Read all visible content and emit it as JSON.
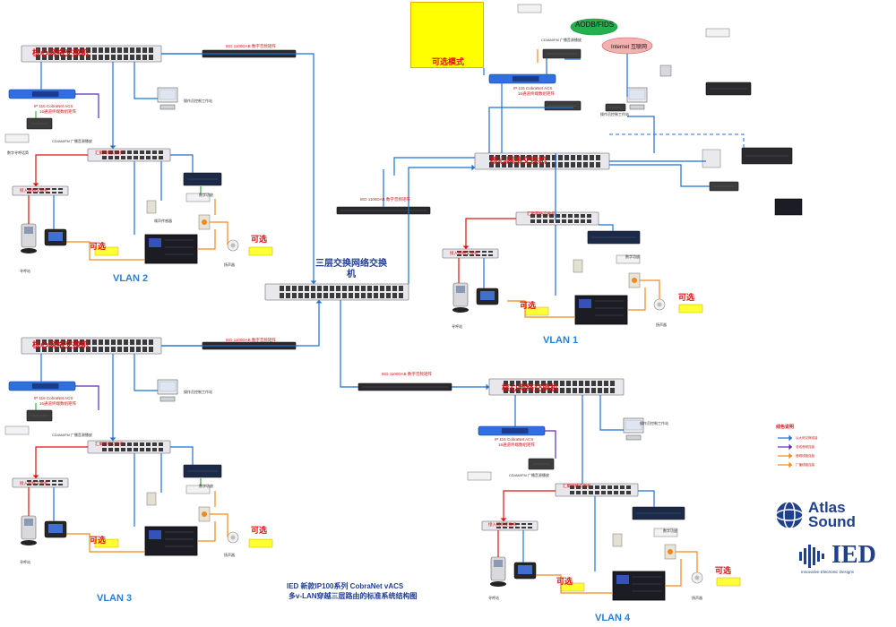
{
  "diagram": {
    "title_line1": "IED 新款IP100系列 CobraNet vACS",
    "title_line2": "多v-LAN穿越三层路由的标准系统结构图",
    "l3_switch_label": "三层交换网络交换机",
    "core_switch_label": "核心网络交换机",
    "agg_switch_label": "汇聚网络交换机",
    "access_switch_label": "接入网络交换机",
    "acs_label_line1": "IP 116 CobraNet ACS",
    "acs_label_line2": "16通道终端数组矩阵",
    "media_server_label": "IED 1100DAB 数字音频矩阵",
    "optional_mode": "可选模式",
    "optional": "可选",
    "aodb": "AODB/FIDS",
    "internet": "Internet 互联网",
    "vlans": [
      "VLAN 1",
      "VLAN 2",
      "VLAN 3",
      "VLAN 4"
    ],
    "legend": {
      "title": "线色说明",
      "items": [
        "以太网交换连接",
        "总线音频连接",
        "音频线路连接",
        "广播线路连接"
      ]
    },
    "tiny": {
      "cd": "CD/AM/FM 广播音源播放",
      "pc": "操作员控制工作站",
      "mic": "数字寻呼话筒",
      "amp": "数字功放",
      "spk": "扬声器",
      "nc": "噪声传感器",
      "paging": "寻呼站"
    }
  },
  "logos": {
    "atlas_line1": "Atlas",
    "atlas_line2": "Sound",
    "ied": "IED",
    "ied_sub": "Innovative Electronic Designs"
  },
  "colors": {
    "ethernet": "#1f6fd4",
    "cobranet": "#5a2fb0",
    "audio": "#f08a1a",
    "red": "#e01010",
    "green": "#16a01a"
  }
}
